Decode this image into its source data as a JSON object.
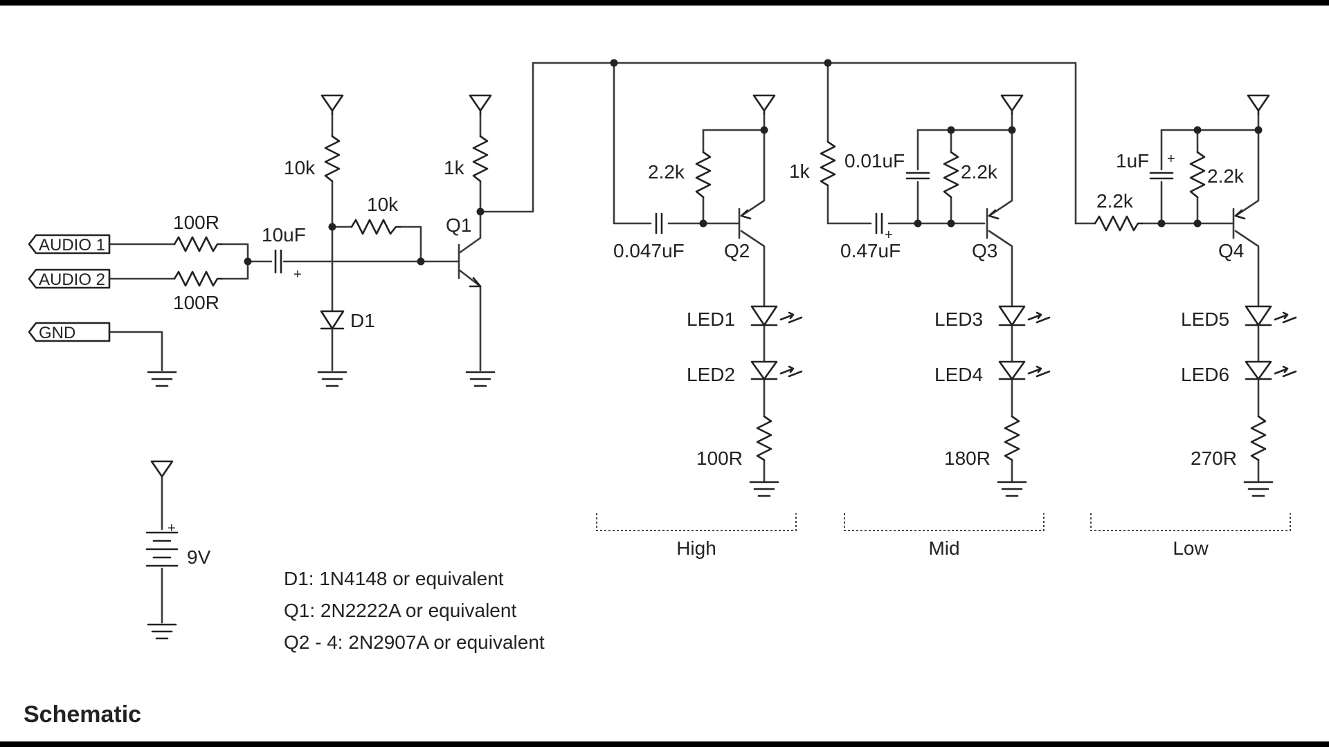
{
  "caption": "Schematic",
  "connectors": {
    "audio1": "AUDIO 1",
    "audio2": "AUDIO 2",
    "gnd": "GND"
  },
  "battery": {
    "label": "9V",
    "polarity": "+"
  },
  "input_stage": {
    "r_audio1": "100R",
    "r_audio2": "100R",
    "c_in": "10uF",
    "c_in_pol": "+",
    "r_bias_top": "10k",
    "r_bias_feedback": "10k",
    "diode": "D1",
    "r_collector": "1k",
    "transistor": "Q1"
  },
  "bands": [
    {
      "name": "High",
      "transistor": "Q2",
      "cap": "0.047uF",
      "r_base": "2.2k",
      "led_top": "LED1",
      "led_bottom": "LED2",
      "r_led": "100R"
    },
    {
      "name": "Mid",
      "transistor": "Q3",
      "cap": "0.47uF",
      "cap_pol": "+",
      "r_input": "1k",
      "cap_filter": "0.01uF",
      "r_base": "2.2k",
      "led_top": "LED3",
      "led_bottom": "LED4",
      "r_led": "180R"
    },
    {
      "name": "Low",
      "transistor": "Q4",
      "r_input": "2.2k",
      "cap_filter": "1uF",
      "cap_pol": "+",
      "r_base": "2.2k",
      "led_top": "LED5",
      "led_bottom": "LED6",
      "r_led": "270R"
    }
  ],
  "notes": [
    "D1: 1N4148 or equivalent",
    "Q1: 2N2222A or equivalent",
    "Q2 - 4: 2N2907A or equivalent"
  ]
}
